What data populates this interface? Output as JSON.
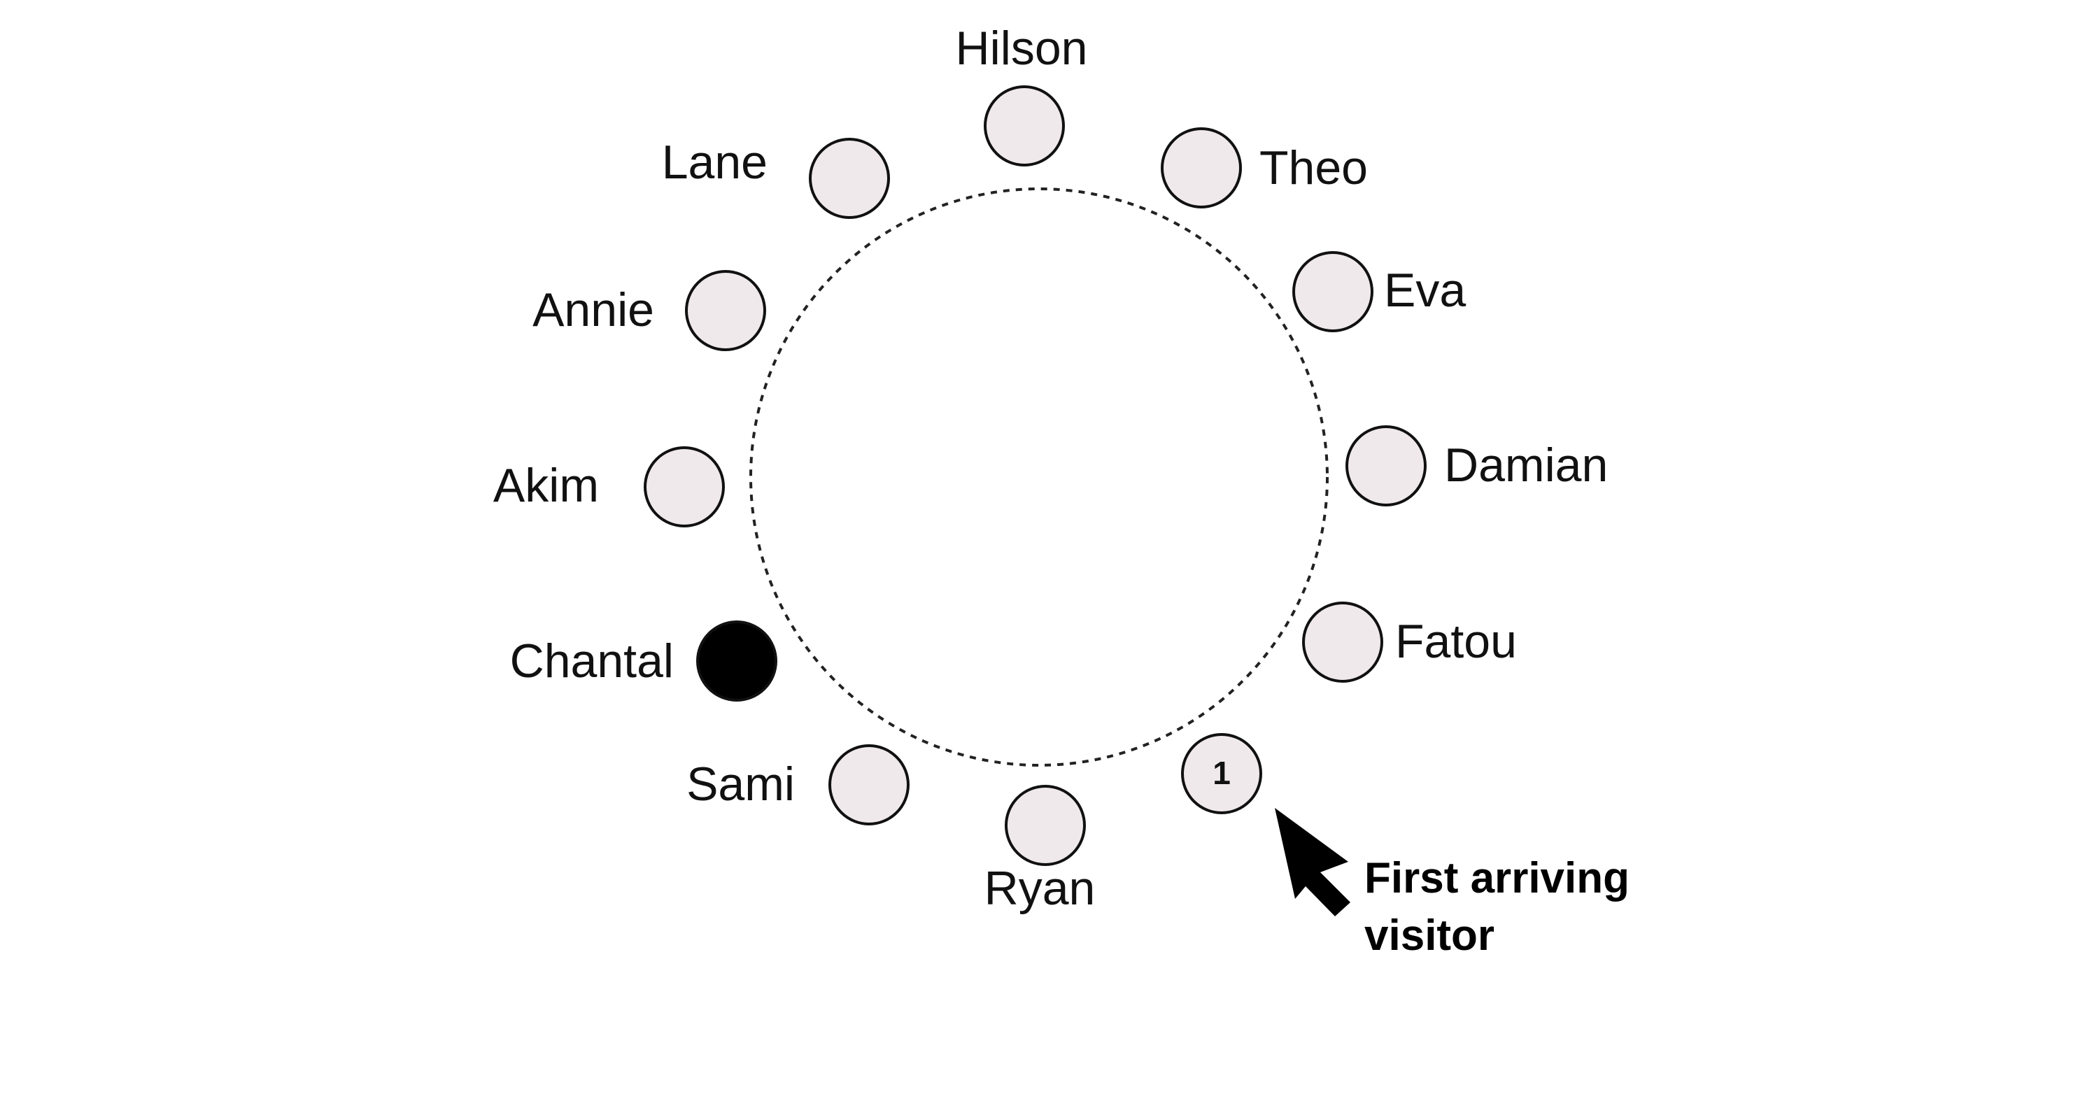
{
  "seats": [
    {
      "id": "hilson",
      "name": "Hilson",
      "occupied": false,
      "label": ""
    },
    {
      "id": "theo",
      "name": "Theo",
      "occupied": false,
      "label": ""
    },
    {
      "id": "eva",
      "name": "Eva",
      "occupied": false,
      "label": ""
    },
    {
      "id": "damian",
      "name": "Damian",
      "occupied": false,
      "label": ""
    },
    {
      "id": "fatou",
      "name": "Fatou",
      "occupied": false,
      "label": ""
    },
    {
      "id": "first-visitor",
      "name": "",
      "occupied": false,
      "label": "1"
    },
    {
      "id": "ryan",
      "name": "Ryan",
      "occupied": false,
      "label": ""
    },
    {
      "id": "sami",
      "name": "Sami",
      "occupied": false,
      "label": ""
    },
    {
      "id": "chantal",
      "name": "Chantal",
      "occupied": true,
      "label": ""
    },
    {
      "id": "akim",
      "name": "Akim",
      "occupied": false,
      "label": ""
    },
    {
      "id": "annie",
      "name": "Annie",
      "occupied": false,
      "label": ""
    },
    {
      "id": "lane",
      "name": "Lane",
      "occupied": false,
      "label": ""
    }
  ],
  "callout": {
    "line1": "First arriving",
    "line2": "visitor"
  },
  "colors": {
    "seat_fill": "#efe9eb",
    "occupied_fill": "#000000",
    "outline": "#111111"
  }
}
